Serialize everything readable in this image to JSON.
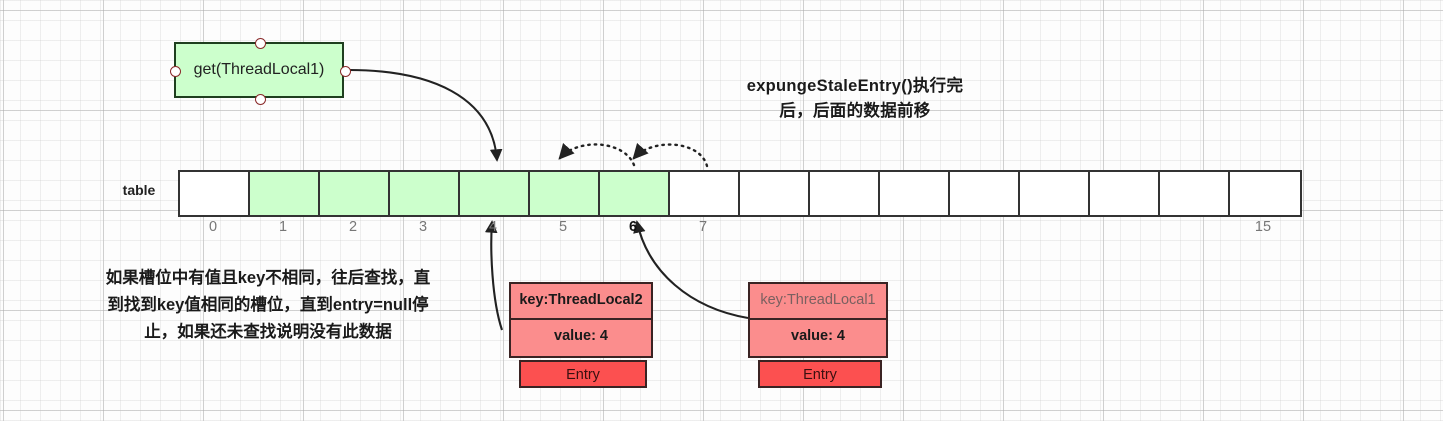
{
  "diagram": {
    "title_lines": [
      "expungeStaleEntry()执行完",
      "后，后面的数据前移"
    ],
    "note_lines": [
      "如果槽位中有值且key不相同，往后查找，直",
      "到找到key值相同的槽位，直到entry=null停",
      "止，如果还未查找说明没有此数据"
    ]
  },
  "call_box": {
    "label": "get(ThreadLocal1)",
    "fill": "#ccffcc",
    "stroke": "#1f3f1f",
    "handles": [
      "handle-left",
      "handle-top",
      "handle-right",
      "handle-bottom"
    ]
  },
  "table": {
    "label": "table",
    "cells": [
      {
        "index": "0",
        "state": "empty"
      },
      {
        "index": "1",
        "state": "filled"
      },
      {
        "index": "2",
        "state": "filled"
      },
      {
        "index": "3",
        "state": "filled"
      },
      {
        "index": "4",
        "state": "filled"
      },
      {
        "index": "5",
        "state": "filled"
      },
      {
        "index": "6",
        "state": "filled",
        "emphasis": true
      },
      {
        "index": "7",
        "state": "empty"
      },
      {
        "index": "",
        "state": "empty"
      },
      {
        "index": "",
        "state": "empty"
      },
      {
        "index": "",
        "state": "empty"
      },
      {
        "index": "",
        "state": "empty"
      },
      {
        "index": "",
        "state": "empty"
      },
      {
        "index": "",
        "state": "empty"
      },
      {
        "index": "",
        "state": "empty"
      },
      {
        "index": "15",
        "state": "empty"
      }
    ],
    "filled_fill": "#ccffcc",
    "empty_fill": "#ffffff",
    "stroke": "#333333"
  },
  "entries": [
    {
      "key": "key:ThreadLocal2",
      "value": "value: 4",
      "tag": "Entry",
      "key_style": "bold",
      "fill": "#fb8d8d",
      "tag_fill": "#fc5050"
    },
    {
      "key": "key:ThreadLocal1",
      "value": "value: 4",
      "tag": "Entry",
      "key_style": "muted",
      "fill": "#fb8d8d",
      "tag_fill": "#fc5050"
    }
  ],
  "connectors": [
    {
      "name": "get-to-slot4",
      "style": "solid"
    },
    {
      "name": "shift-arc-a",
      "style": "dotted"
    },
    {
      "name": "shift-arc-b",
      "style": "dotted"
    },
    {
      "name": "entry2-to-slot4",
      "style": "solid"
    },
    {
      "name": "entry1-to-slot6",
      "style": "solid"
    }
  ]
}
